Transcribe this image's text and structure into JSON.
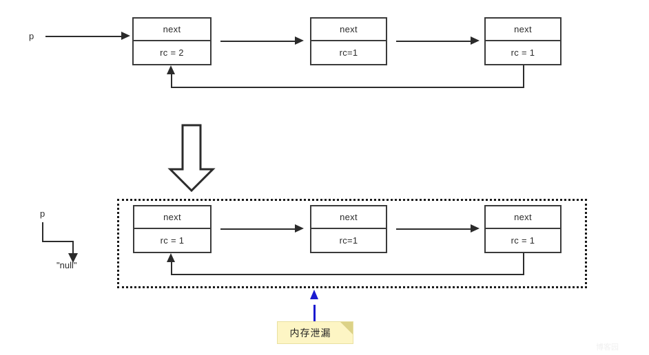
{
  "diagram": {
    "title_top": "",
    "colors": {
      "stroke": "#2b2b2b",
      "box_border": "#3a3a3a",
      "dotted_group": "#1a1a1a",
      "note_fill": "#fdf5c4",
      "note_fold": "#dcd287",
      "annotation_blue": "#1a1ad0",
      "background": "#ffffff"
    }
  },
  "top_row": {
    "pointer_label": "p",
    "nodes": [
      {
        "next_label": "next",
        "rc_label": "rc = 2"
      },
      {
        "next_label": "next",
        "rc_label": "rc=1"
      },
      {
        "next_label": "next",
        "rc_label": "rc = 1"
      }
    ]
  },
  "transform": {
    "arrow_icon": "big-down-arrow"
  },
  "bottom_row": {
    "pointer_label": "p",
    "null_label": "\"null\"",
    "nodes": [
      {
        "next_label": "next",
        "rc_label": "rc = 1"
      },
      {
        "next_label": "next",
        "rc_label": "rc=1"
      },
      {
        "next_label": "next",
        "rc_label": "rc = 1"
      }
    ]
  },
  "annotation": {
    "note_text": "内存泄漏",
    "arrow_icon": "up-arrow-dashed"
  },
  "watermark": {
    "text": "博客园"
  }
}
